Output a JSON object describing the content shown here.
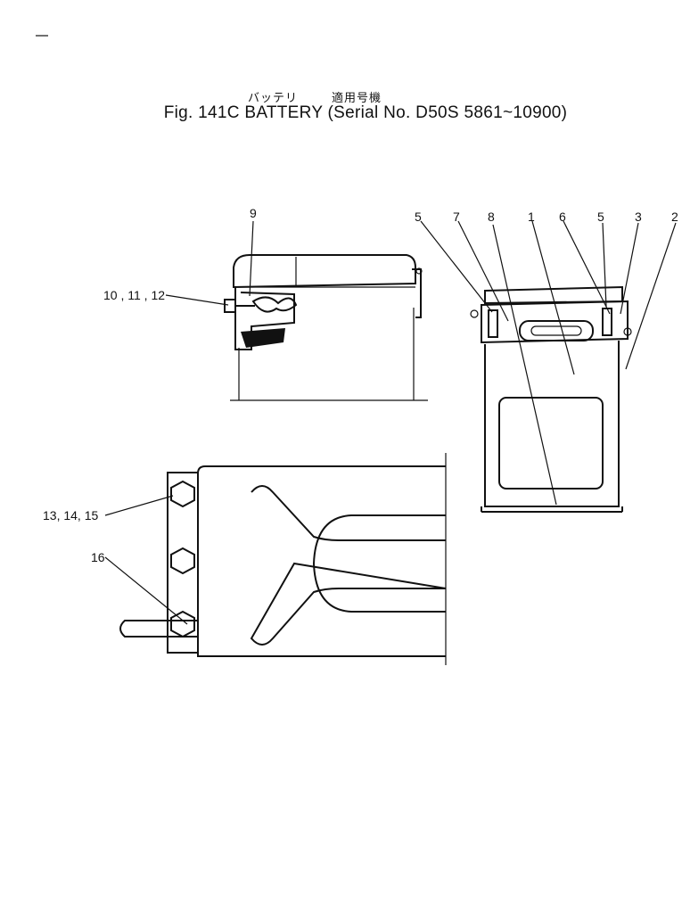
{
  "title": {
    "jp_name": "バッテリ",
    "jp_serial": "適用号機",
    "text": "Fig. 141C  BATTERY (Serial No. D50S 5861~10900)"
  },
  "callouts": [
    {
      "id": "9",
      "label": "9"
    },
    {
      "id": "10-11-12",
      "label": "10 , 11 , 12"
    },
    {
      "id": "5a",
      "label": "5"
    },
    {
      "id": "7",
      "label": "7"
    },
    {
      "id": "8",
      "label": "8"
    },
    {
      "id": "1",
      "label": "1"
    },
    {
      "id": "6",
      "label": "6"
    },
    {
      "id": "5b",
      "label": "5"
    },
    {
      "id": "3",
      "label": "3"
    },
    {
      "id": "2",
      "label": "2"
    },
    {
      "id": "13-14-15",
      "label": "13, 14, 15"
    },
    {
      "id": "16",
      "label": "16"
    }
  ]
}
